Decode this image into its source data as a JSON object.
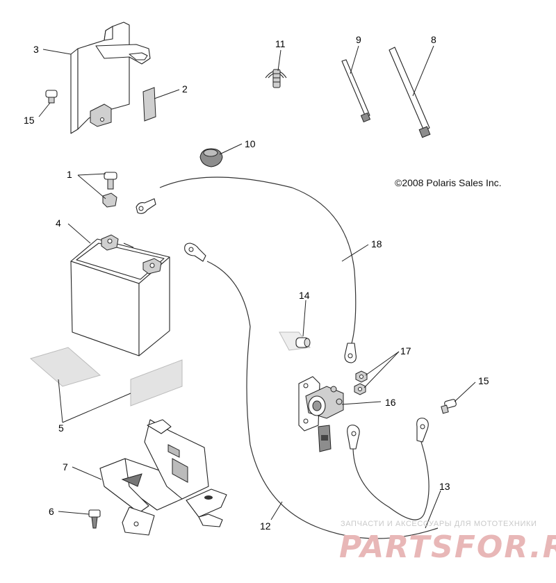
{
  "copyright": "©2008 Polaris Sales Inc.",
  "watermark": {
    "tagline": "ЗАПЧАСТИ И АКСЕССУАРЫ ДЛЯ МОТОТЕХНИКИ",
    "brand": "PARTSFOR.RU"
  },
  "callouts": {
    "c1": "1",
    "c2": "2",
    "c3": "3",
    "c4": "4",
    "c5": "5",
    "c6": "6",
    "c7": "7",
    "c8": "8",
    "c9": "9",
    "c10": "10",
    "c11": "11",
    "c12": "12",
    "c13": "13",
    "c14": "14",
    "c15a": "15",
    "c15b": "15",
    "c16": "16",
    "c17": "17",
    "c18": "18"
  },
  "parts": [
    "battery-bracket",
    "label-decal",
    "battery",
    "battery-pads",
    "screw",
    "battery-tray",
    "cable-tie-large",
    "cable-tie-small",
    "terminal-cap",
    "harness-clip",
    "negative-cable",
    "positive-cable",
    "bolt",
    "flange-screw",
    "starter-solenoid",
    "nuts",
    "cable"
  ]
}
